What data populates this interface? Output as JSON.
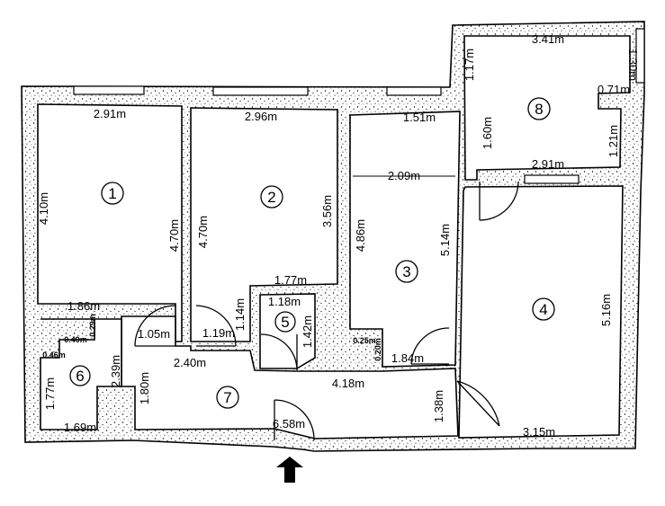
{
  "rooms": [
    {
      "number": "1"
    },
    {
      "number": "2"
    },
    {
      "number": "3"
    },
    {
      "number": "4"
    },
    {
      "number": "5"
    },
    {
      "number": "6"
    },
    {
      "number": "7"
    },
    {
      "number": "8"
    }
  ],
  "dimensions": {
    "r1_top": "2.91m",
    "r1_left": "4.10m",
    "r1_right": "4.70m",
    "r1_bottom": "1.86m",
    "r2_top": "2.96m",
    "r2_left": "4.70m",
    "r2_right": "3.56m",
    "r2_bottom": "1.77m",
    "r3_top": "1.51m",
    "r3_mid": "2.09m",
    "r3_left": "4.86m",
    "r3_right": "5.14m",
    "r3_small_a": "0.25m",
    "r3_small_b": "0.20m",
    "r3_bottom": "1.84m",
    "r4_top": "2.91m",
    "r4_right": "5.16m",
    "r4_bottom": "3.15m",
    "r4_door": "1.38m",
    "r5_top": "1.18m",
    "r5_left": "1.14m",
    "r5_right": "1.42m",
    "r5_mid": "1.19m",
    "r6_a": "0.40m",
    "r6_b": "0.29m",
    "r6_c": "0.46m",
    "r6_left": "1.77m",
    "r6_right": "2.39m",
    "r6_bottom": "1.69m",
    "r7_door": "1.05m",
    "r7_top": "2.40m",
    "r7_left": "1.80m",
    "r7_bottom": "4.18m",
    "r7_entry": "6.58m",
    "r8_top": "3.41m",
    "r8_left_top": "1.17m",
    "r8_right_top": "1.30m",
    "r8_notch": "0.71m",
    "r8_left": "1.60m",
    "r8_right": "1.21m"
  },
  "icons": {
    "entrance": "arrow-up-icon"
  }
}
